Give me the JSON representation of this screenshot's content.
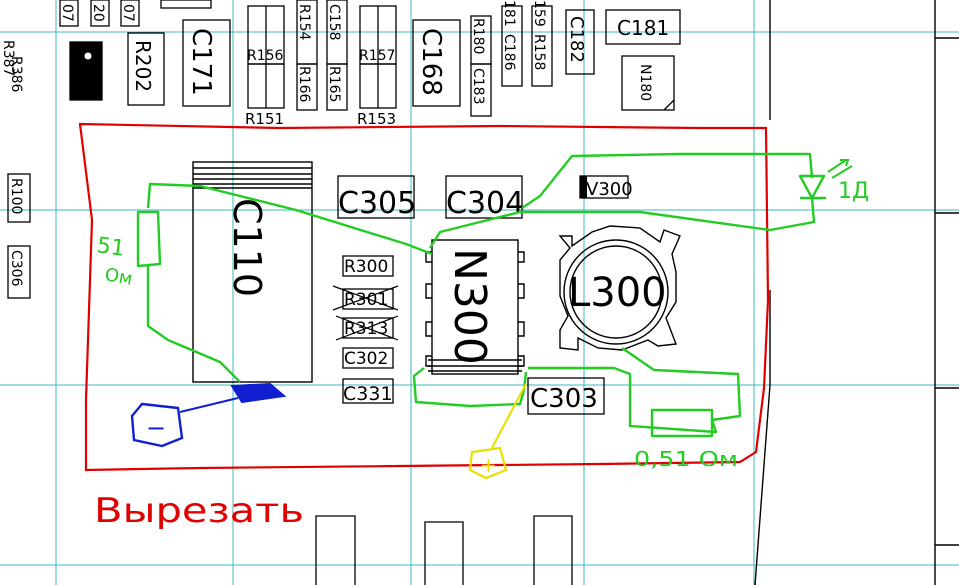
{
  "components": {
    "top_left_a": "07",
    "top_left_b": "20",
    "top_left_c": "07",
    "r202": "R202",
    "c171": "C171",
    "r156": "R156",
    "r154": "R154",
    "c158": "C158",
    "r157": "R157",
    "c168": "C168",
    "r180": "R180",
    "c18x": "181",
    "c186": "C186",
    "r159": "159",
    "r158": "R158",
    "c182": "C182",
    "c181": "C181",
    "r166": "R166",
    "r165": "R165",
    "c183": "C183",
    "n180": "N180",
    "r151": "R151",
    "r153": "R153",
    "r386": "R386",
    "r387": "R387",
    "r100": "R100",
    "c306": "C306",
    "c110": "C110",
    "c305": "C305",
    "c304": "C304",
    "v300": "V300",
    "r300": "R300",
    "r301": "R301",
    "r313": "R313",
    "c302": "C302",
    "c331": "C331",
    "n300": "N300",
    "l300": "L300",
    "c303": "C303"
  },
  "annotations": {
    "cut_out": "Вырезать",
    "res_left": "51",
    "res_left_unit": "Ом",
    "res_right": "0,51 Ом",
    "led_label": "1Д",
    "minus": "−",
    "plus": "+"
  },
  "colors": {
    "cut_outline": "#e00000",
    "wire": "#22cc22",
    "negative": "#1020d0",
    "positive": "#e8e000",
    "grid": "#3fb8c0",
    "silk": "#000000"
  }
}
